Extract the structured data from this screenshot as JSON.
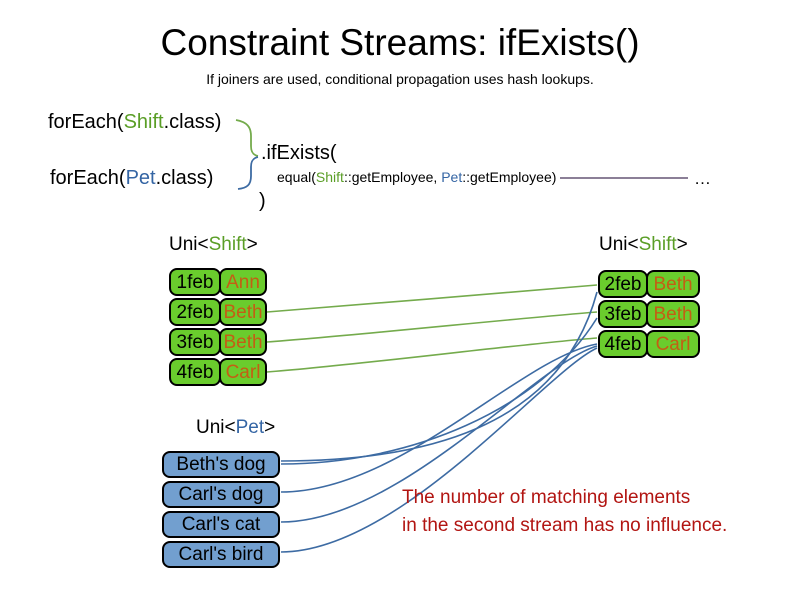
{
  "slide": {
    "title": "Constraint Streams: ifExists()",
    "subtitle": "If joiners are used, conditional propagation uses hash lookups."
  },
  "code": {
    "foreach_shift": {
      "pre": "forEach(",
      "type": "Shift",
      "post": ".class)"
    },
    "foreach_pet": {
      "pre": "forEach(",
      "type": "Pet",
      "post": ".class)"
    },
    "if_exists_label": ".ifExists(",
    "equal": {
      "pre": "equal(",
      "type1": "Shift",
      "mid": "::getEmployee, ",
      "type2": "Pet",
      "post": "::getEmployee)"
    },
    "close_paren": ")",
    "ellipsis": "…"
  },
  "left_shift_table": {
    "label": {
      "pre": "Uni<",
      "type": "Shift",
      "post": ">"
    },
    "rows": [
      {
        "date": "1feb",
        "employee": "Ann"
      },
      {
        "date": "2feb",
        "employee": "Beth"
      },
      {
        "date": "3feb",
        "employee": "Beth"
      },
      {
        "date": "4feb",
        "employee": "Carl"
      }
    ]
  },
  "right_shift_table": {
    "label": {
      "pre": "Uni<",
      "type": "Shift",
      "post": ">"
    },
    "rows": [
      {
        "date": "2feb",
        "employee": "Beth"
      },
      {
        "date": "3feb",
        "employee": "Beth"
      },
      {
        "date": "4feb",
        "employee": "Carl"
      }
    ]
  },
  "pet_list": {
    "label": {
      "pre": "Uni<",
      "type": "Pet",
      "post": ">"
    },
    "items": [
      "Beth's dog",
      "Carl's dog",
      "Carl's cat",
      "Carl's bird"
    ]
  },
  "note": {
    "line1": "The number of matching elements",
    "line2": "in the second stream has no influence."
  },
  "colors": {
    "shift_cell_green": "#6acc2d",
    "pet_cell_blue": "#729fcf",
    "employee_text_orange": "#c45e14",
    "shift_type_green": "#5a9e26",
    "pet_type_blue": "#3465a4",
    "connector_green": "#74ab4c",
    "connector_blue": "#3d6ba3",
    "note_red": "#b21512",
    "continuation_line_purple": "#655575"
  }
}
